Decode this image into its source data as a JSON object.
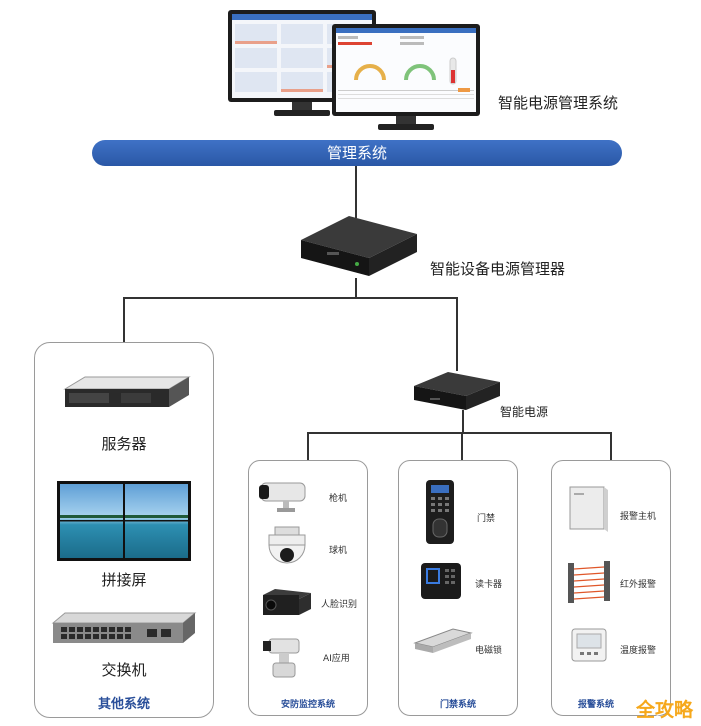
{
  "top": {
    "system_label": "智能电源管理系统",
    "bar_label": "管理系统",
    "controller_label": "智能设备电源管理器",
    "power_label": "智能电源"
  },
  "other": {
    "title": "其他系统",
    "items": [
      {
        "label": "服务器",
        "icon": "server-icon"
      },
      {
        "label": "拼接屏",
        "icon": "video-wall-icon"
      },
      {
        "label": "交换机",
        "icon": "switch-icon"
      }
    ]
  },
  "security": {
    "title": "安防监控系统",
    "items": [
      {
        "label": "枪机",
        "icon": "bullet-camera-icon"
      },
      {
        "label": "球机",
        "icon": "dome-camera-icon"
      },
      {
        "label": "人脸识别",
        "icon": "face-recognition-camera-icon"
      },
      {
        "label": "AI应用",
        "icon": "ai-camera-icon"
      }
    ]
  },
  "access": {
    "title": "门禁系统",
    "items": [
      {
        "label": "门禁",
        "icon": "access-control-panel-icon"
      },
      {
        "label": "读卡器",
        "icon": "card-reader-icon"
      },
      {
        "label": "电磁锁",
        "icon": "magnetic-lock-icon"
      }
    ]
  },
  "alarm": {
    "title": "报警系统",
    "items": [
      {
        "label": "报警主机",
        "icon": "alarm-host-icon"
      },
      {
        "label": "红外报警",
        "icon": "infrared-alarm-icon"
      },
      {
        "label": "温度报警",
        "icon": "temperature-alarm-icon"
      }
    ]
  },
  "watermark": "全攻略"
}
